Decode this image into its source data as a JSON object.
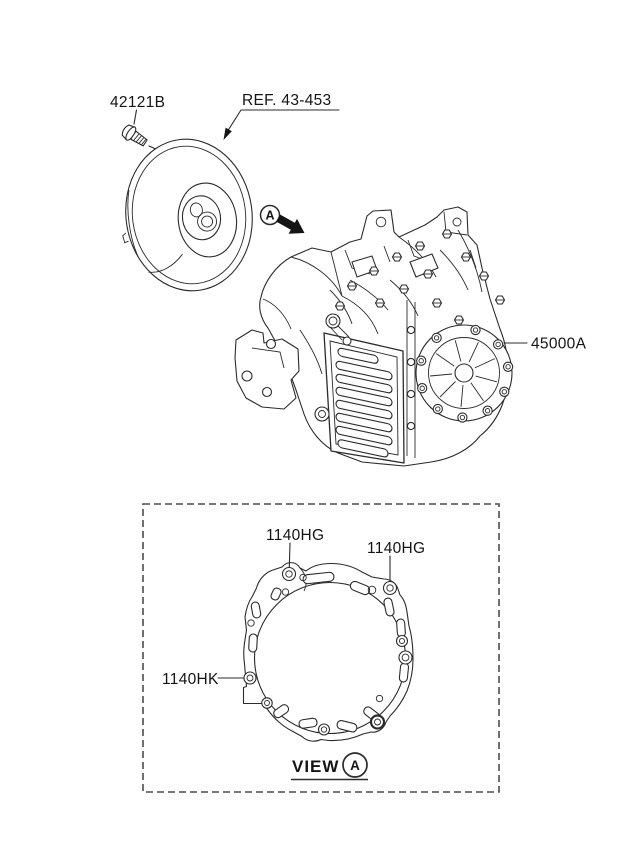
{
  "page": {
    "background": "#ffffff",
    "line_color": "#2b2b2b",
    "text_color": "#141414",
    "dash_border_color": "#4c4c4c"
  },
  "callouts": {
    "bolt": {
      "label": "42121B"
    },
    "torque_converter_ref": {
      "label": "REF. 43-453"
    },
    "transaxle": {
      "label": "45000A"
    },
    "gasket_bolt_top_left": {
      "label": "1140HG"
    },
    "gasket_bolt_top_right": {
      "label": "1140HG"
    },
    "gasket_bolt_left": {
      "label": "1140HK"
    }
  },
  "section_marker": {
    "letter": "A"
  },
  "detail_view": {
    "title": "VIEW",
    "marker_letter": "A"
  }
}
